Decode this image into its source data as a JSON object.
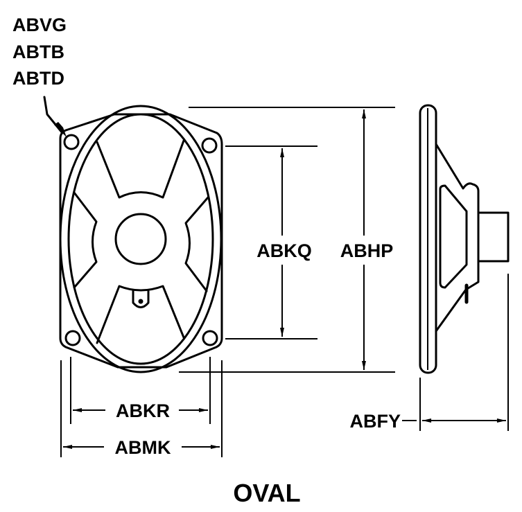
{
  "part_codes": [
    "ABVG",
    "ABTB",
    "ABTD"
  ],
  "dimensions": {
    "inner_height": "ABKQ",
    "overall_height": "ABHP",
    "inner_width": "ABKR",
    "overall_width": "ABMK",
    "depth": "ABFY"
  },
  "caption": "OVAL",
  "colors": {
    "ink": "#000000",
    "background": "#ffffff"
  }
}
